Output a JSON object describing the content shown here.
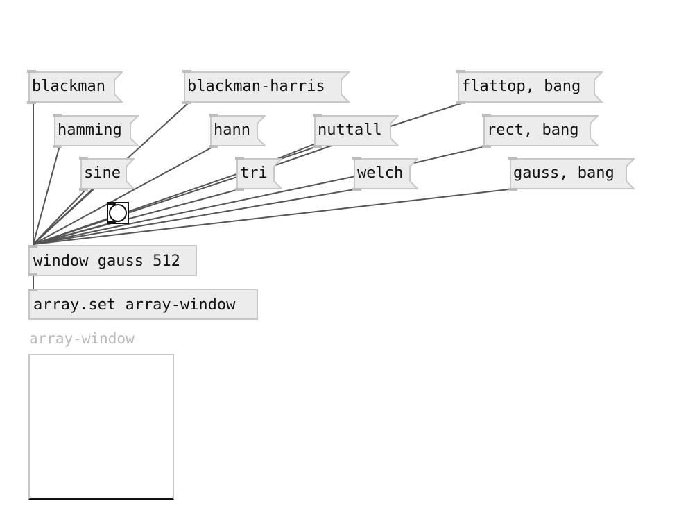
{
  "messages": [
    {
      "id": "blackman",
      "label": "blackman"
    },
    {
      "id": "blackman-harris",
      "label": "blackman-harris"
    },
    {
      "id": "flattop",
      "label": "flattop, bang"
    },
    {
      "id": "hamming",
      "label": "hamming"
    },
    {
      "id": "hann",
      "label": "hann"
    },
    {
      "id": "nuttall",
      "label": "nuttall"
    },
    {
      "id": "rect",
      "label": "rect, bang"
    },
    {
      "id": "sine",
      "label": "sine"
    },
    {
      "id": "tri",
      "label": "tri"
    },
    {
      "id": "welch",
      "label": "welch"
    },
    {
      "id": "gauss",
      "label": "gauss, bang"
    }
  ],
  "objects": {
    "window": "window gauss 512",
    "array_set": "array.set array-window"
  },
  "array": {
    "name": "array-window"
  }
}
